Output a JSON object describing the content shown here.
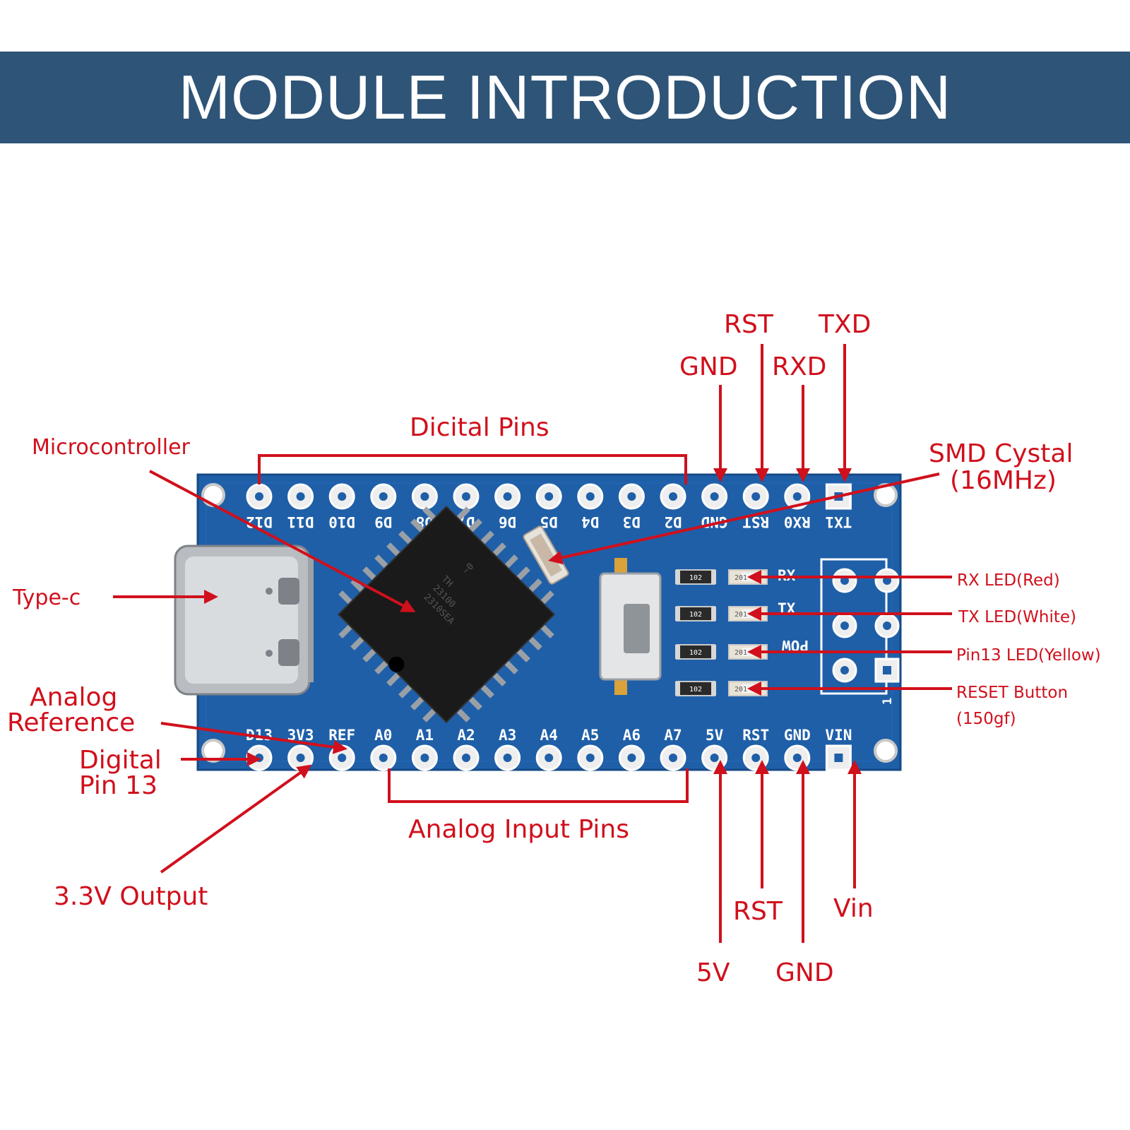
{
  "title": "MODULE INTRODUCTION",
  "colors": {
    "banner": "#2e5477",
    "callout": "#d0101c",
    "pcb": "#1f5fa8",
    "chip": "#1a1a1a"
  },
  "callouts": {
    "digital_pins": "Dicital Pins",
    "microcontroller": "Microcontroller",
    "gnd_top": "GND",
    "rst_top": "RST",
    "rxd_top": "RXD",
    "txd_top": "TXD",
    "smd_crystal_line1": "SMD Cystal",
    "smd_crystal_line2": "(16MHz)",
    "type_c": "Type-c",
    "rx_led": "RX LED(Red)",
    "tx_led": "TX LED(White)",
    "pin13_led": "Pin13 LED(Yellow)",
    "reset_button_line1": "RESET Button",
    "reset_button_line2": "(150gf)",
    "analog_ref_line1": "Analog",
    "analog_ref_line2": "Reference",
    "digital_pin13_line1": "Digital",
    "digital_pin13_line2": "Pin 13",
    "analog_input_pins": "Analog Input Pins",
    "output_3v3": "3.3V Output",
    "rst_bottom": "RST",
    "vin_bottom": "Vin",
    "v5_bottom": "5V",
    "gnd_bottom": "GND"
  },
  "board": {
    "top_pins": [
      "D12",
      "D11",
      "D10",
      "D9",
      "D8",
      "D7",
      "D6",
      "D5",
      "D4",
      "D3",
      "D2",
      "GND",
      "RST",
      "RX0",
      "TX1"
    ],
    "bottom_pins": [
      "D13",
      "3V3",
      "REF",
      "A0",
      "A1",
      "A2",
      "A3",
      "A4",
      "A5",
      "A6",
      "A7",
      "5V",
      "RST",
      "GND",
      "VIN"
    ],
    "led_labels": [
      "RX",
      "TX",
      "POW"
    ],
    "icsp_label": "1",
    "chip_marking": [
      "~0",
      "TH",
      "23100",
      "2310SEA"
    ],
    "resistor_marks": [
      "102",
      "102",
      "102",
      "102"
    ],
    "led_marks": [
      "201",
      "201",
      "201",
      "201"
    ]
  }
}
